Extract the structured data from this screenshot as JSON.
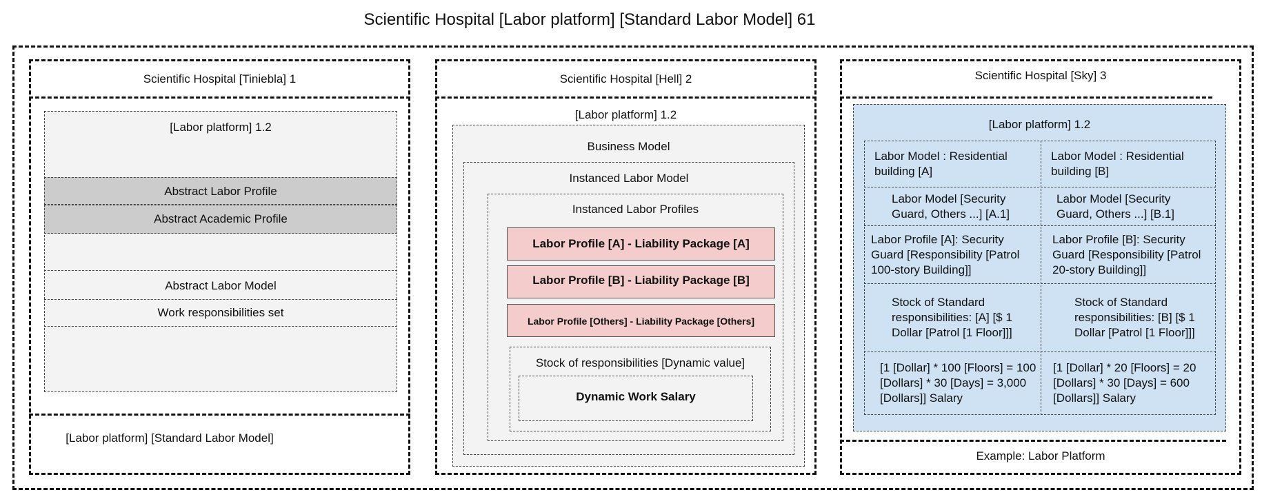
{
  "title": "Scientific Hospital [Labor platform] [Standard Labor Model] 61",
  "panel1": {
    "header": "Scientific Hospital [Tiniebla] 1",
    "platform": "[Labor platform] 1.2",
    "abstract_labor_profile": "Abstract Labor Profile",
    "abstract_academic_profile": "Abstract Academic Profile",
    "abstract_labor_model": "Abstract Labor Model",
    "work_responsibilities": "Work responsibilities set",
    "footer": "[Labor platform] [Standard Labor Model]"
  },
  "panel2": {
    "header": "Scientific Hospital [Hell] 2",
    "platform": "[Labor platform] 1.2",
    "business_model": "Business Model",
    "instanced_labor_model": "Instanced Labor Model",
    "instanced_labor_profiles": "Instanced Labor Profiles",
    "profile_a": "Labor Profile [A] - Liability Package [A]",
    "profile_b": "Labor Profile [B] - Liability Package [B]",
    "profile_others": "Labor Profile [Others] - Liability Package [Others]",
    "stock": "Stock of responsibilities [Dynamic value]",
    "salary": "Dynamic Work Salary"
  },
  "panel3": {
    "header": "Scientific Hospital [Sky] 3",
    "platform": "[Labor platform] 1.2",
    "footer": "Example: Labor Platform",
    "col_a": [
      "Labor Model : Residential building [A]",
      "Labor Model [Security Guard, Others ...] [A.1]",
      "Labor Profile [A]: Security Guard [Responsibility [Patrol 100-story Building]]",
      "Stock of Standard responsibilities: [A] [$ 1 Dollar [Patrol [1 Floor]]]",
      "[1 [Dollar] * 100 [Floors] = 100 [Dollars] * 30 [Days] = 3,000 [Dollars]] Salary"
    ],
    "col_b": [
      "Labor Model : Residential building [B]",
      "Labor Model [Security Guard, Others ...] [B.1]",
      "Labor Profile [B]: Security Guard [Responsibility [Patrol 20-story Building]]",
      "Stock of Standard responsibilities: [B] [$ 1 Dollar [Patrol [1 Floor]]]",
      "[1 [Dollar] * 20 [Floors] = 20 [Dollars] * 30 [Days] = 600 [Dollars]] Salary"
    ]
  },
  "colors": {
    "gray_panel": "#f3f3f3",
    "gray_row": "#cccccc",
    "pink": "#f4cccc",
    "blue": "#cfe2f3"
  }
}
